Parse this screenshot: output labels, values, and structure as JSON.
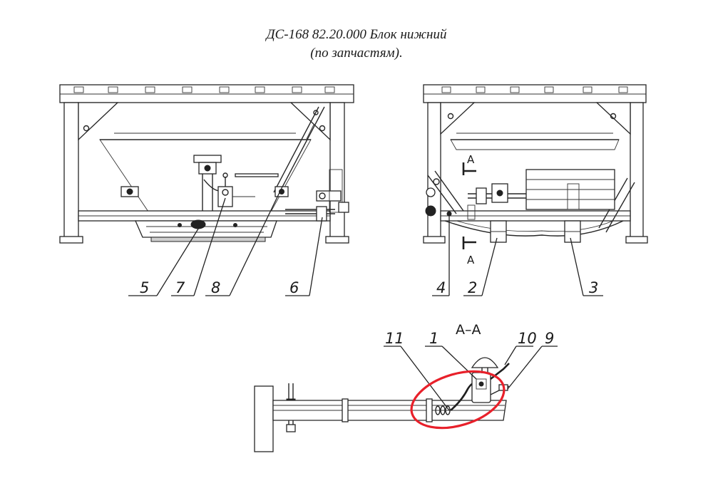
{
  "document": {
    "title_line_1": "ДС-168 82.20.000 Блок нижний",
    "title_line_2": "(по запчастям)."
  },
  "callouts": {
    "front_view": [
      "5",
      "7",
      "8",
      "6"
    ],
    "side_view": [
      "4",
      "2",
      "3"
    ],
    "section_view": [
      "11",
      "1",
      "10",
      "9"
    ]
  },
  "section": {
    "title": "А–А",
    "marker_letter": "А"
  },
  "highlight": {
    "shape": "ellipse",
    "color": "#e8202a"
  }
}
